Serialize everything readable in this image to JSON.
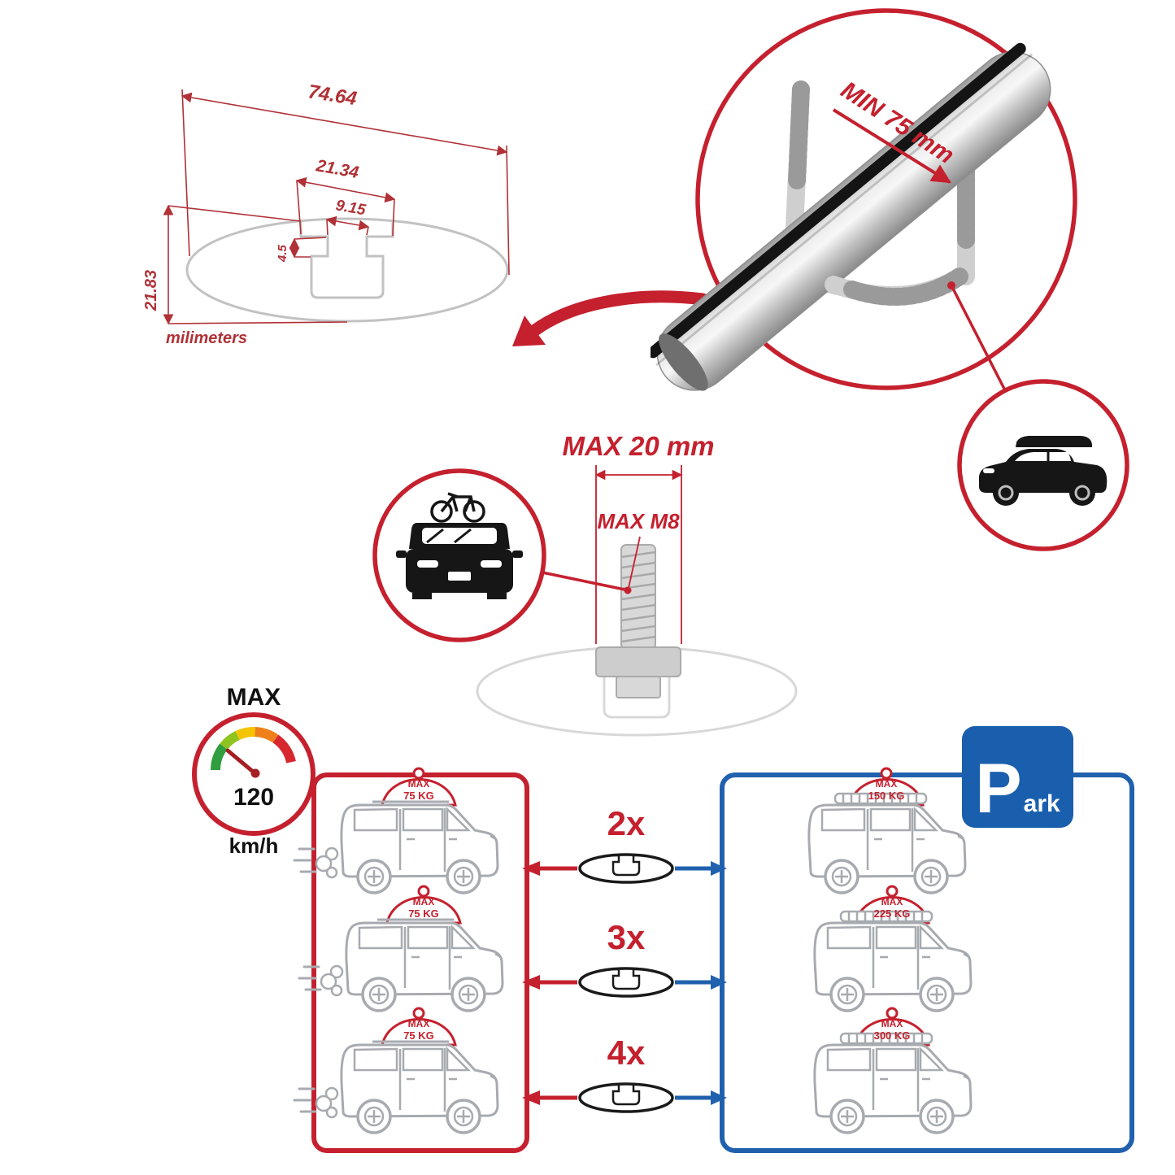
{
  "colors": {
    "red": "#c5202e",
    "blue": "#2061ae",
    "dim_red": "#b03136",
    "gray": "#c2c2c2"
  },
  "profile_dimensions": {
    "total_width": "74.64",
    "recess_width": "21.34",
    "slot_width": "9.15",
    "lip_depth": "4.5",
    "total_height": "21.83",
    "unit_label": "milimeters"
  },
  "crossbar_detail": {
    "clamp_min_label": "MIN 75 mm"
  },
  "bolt_detail": {
    "max_length_label": "MAX 20 mm",
    "max_thread_label": "MAX M8"
  },
  "speed_limit": {
    "title": "MAX",
    "value": "120",
    "unit": "km/h"
  },
  "driving_panel": {
    "cars": [
      {
        "load_label": "MAX",
        "load_value": "75 KG"
      },
      {
        "load_label": "MAX",
        "load_value": "75 KG"
      },
      {
        "load_label": "MAX",
        "load_value": "75 KG"
      }
    ]
  },
  "bar_counts": [
    {
      "label": "2x"
    },
    {
      "label": "3x"
    },
    {
      "label": "4x"
    }
  ],
  "parked_panel": {
    "park_sign": {
      "big_letter": "P",
      "small_text": "ark"
    },
    "cars": [
      {
        "load_label": "MAX",
        "load_value": "150 KG"
      },
      {
        "load_label": "MAX",
        "load_value": "225 KG"
      },
      {
        "load_label": "MAX",
        "load_value": "300 KG"
      }
    ]
  }
}
